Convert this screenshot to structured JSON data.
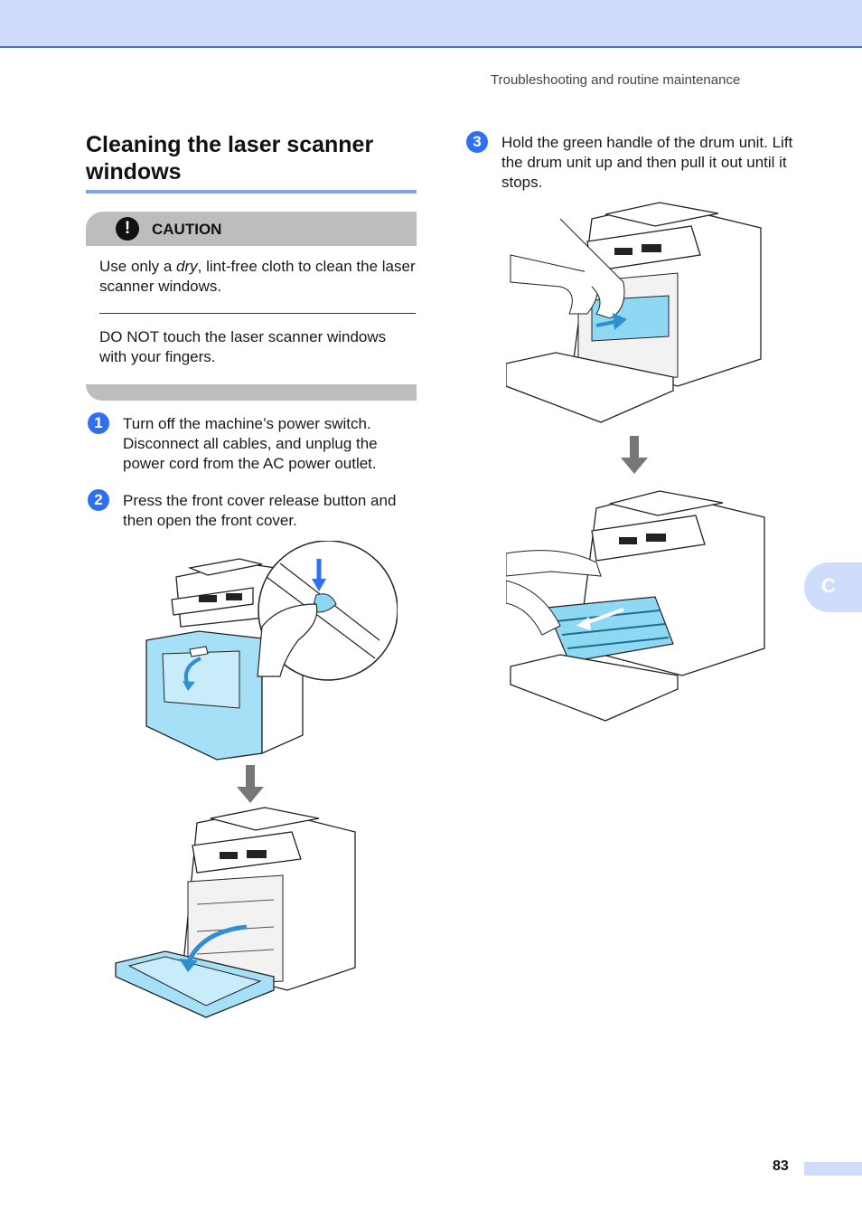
{
  "header": {
    "running_title": "Troubleshooting and routine maintenance"
  },
  "section": {
    "title_line1": "Cleaning the laser scanner",
    "title_line2": "windows"
  },
  "caution": {
    "label": "CAUTION",
    "icon": "exclamation-icon",
    "item1_before": "Use only a ",
    "item1_emphasis": "dry",
    "item1_after": ", lint-free cloth to clean the laser scanner windows.",
    "item2": "DO NOT touch the laser scanner windows with your fingers."
  },
  "steps": [
    {
      "number": "1",
      "text": "Turn off the machine’s power switch. Disconnect all cables, and unplug the power cord from the AC power outlet."
    },
    {
      "number": "2",
      "text": "Press the front cover release button and then open the front cover."
    },
    {
      "number": "3",
      "text": "Hold the green handle of the drum unit. Lift the drum unit up and then pull it out until it stops."
    }
  ],
  "side_tab": {
    "letter": "C"
  },
  "footer": {
    "page_number": "83"
  },
  "colors": {
    "accent_blue": "#2f6ff2",
    "header_band": "#cfdcfb",
    "caution_gray": "#bdbdbd",
    "highlight_cyan": "#8fd8f3"
  }
}
